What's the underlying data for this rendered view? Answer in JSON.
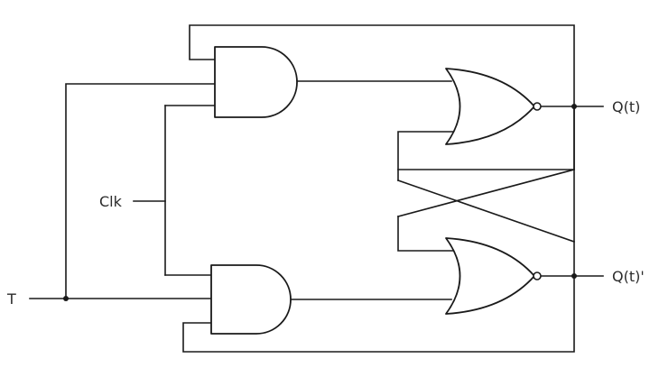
{
  "labels": {
    "t_input": "T",
    "clk_input": "Clk",
    "q_output": "Q(t)",
    "q_bar_output": "Q(t)'"
  },
  "gates": [
    {
      "type": "AND",
      "inputs": [
        "Q(t)' feedback",
        "T",
        "Clk"
      ],
      "output": "upper NOR input"
    },
    {
      "type": "AND",
      "inputs": [
        "Clk",
        "T",
        "Q(t) feedback"
      ],
      "output": "lower NOR input"
    },
    {
      "type": "NOR",
      "inputs": [
        "upper AND output",
        "lower NOR output"
      ],
      "output": "Q(t)"
    },
    {
      "type": "NOR",
      "inputs": [
        "upper NOR output",
        "lower AND output"
      ],
      "output": "Q(t)'"
    }
  ],
  "colors": {
    "stroke": "#1a1a1a",
    "background": "#ffffff",
    "text": "#2b2b2b"
  }
}
